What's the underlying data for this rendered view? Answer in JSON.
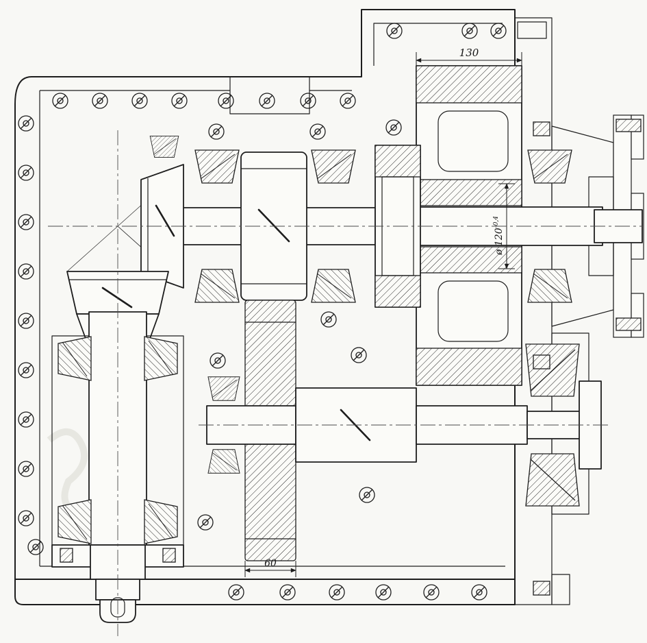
{
  "page": {
    "paper_color": "#f8f8f5",
    "ink_color": "#1d1d1d",
    "hatch_color": "#2a2a2a"
  },
  "drawing": {
    "annotations": {
      "dim_gear_width": "130",
      "dim_bore": "ø 120",
      "dim_bore_tolerance": "-0,4",
      "dim_lower_gear_width": "60"
    }
  }
}
